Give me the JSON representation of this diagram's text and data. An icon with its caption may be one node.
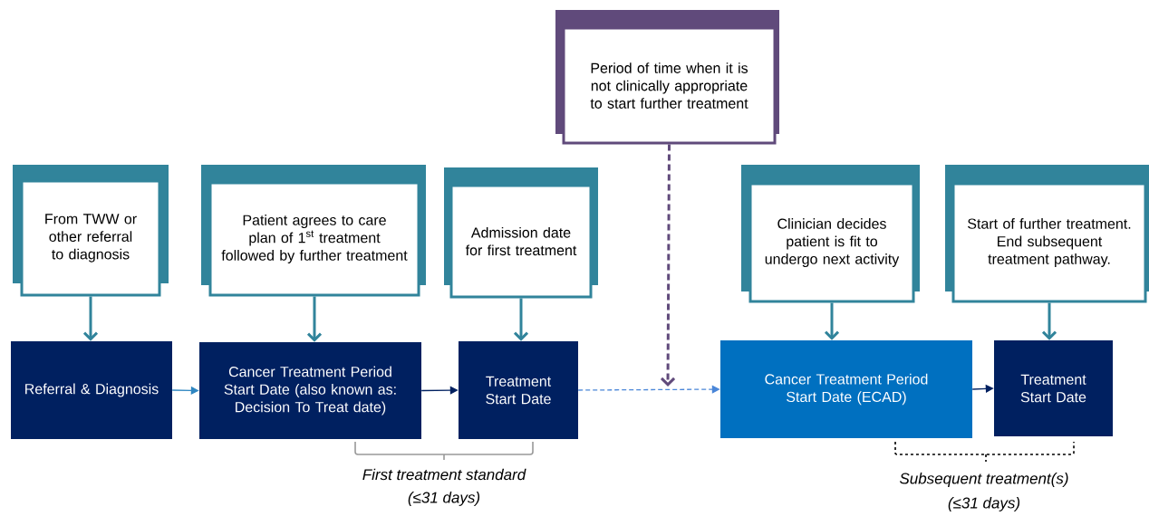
{
  "diagram": {
    "nodes": [
      {
        "text": [
          "From TWW or other referral to diagnosis"
        ]
      },
      {
        "text": [
          "Patient agrees to care plan of 1$^{st}$ treatment followed by further treatment"
        ]
      },
      {
        "text": [
          "Admission date for first treatment"
        ]
      },
      {
        "text": [
          "Period of time when it is not clinically appropriate to start further treatment"
        ]
      },
      {
        "text": [
          "Clinician decides patient is fit to undergo next activity"
        ]
      },
      {
        "text": [
          "Start of further treatment. End subsequent treatment pathway."
        ]
      },
      {
        "text": [
          "Referral & Diagnosis"
        ]
      },
      {
        "text": [
          "Cancer Treatment Period Start Date (also known as: Decision To Treat date)"
        ]
      },
      {
        "text": [
          "Treatment Start Date"
        ]
      },
      {
        "text": [
          "Cancer Treatment Period Start Date (ECAD)"
        ]
      },
      {
        "text": [
          "Treatment Start Date"
        ]
      }
    ],
    "edges": [
      {
        "from": 0,
        "to": 6,
        "arrow": "to"
      },
      {
        "from": 1,
        "to": 7,
        "arrow": "to"
      },
      {
        "from": 2,
        "to": 8,
        "arrow": "to"
      },
      {
        "from": 3,
        "to": null,
        "arrow": "to",
        "style": "dashed",
        "color": "#604a7b"
      },
      {
        "from": 4,
        "to": 9,
        "arrow": "to"
      },
      {
        "from": 5,
        "to": 10,
        "arrow": "to"
      },
      {
        "from": 6,
        "to": 7,
        "arrow": "to",
        "color": "#2e86c1"
      },
      {
        "from": 7,
        "to": 8,
        "arrow": "to",
        "color": "#002060"
      },
      {
        "from": 8,
        "to": 9,
        "arrow": "to",
        "style": "dashed",
        "color": "#4a86d8"
      },
      {
        "from": 9,
        "to": 10,
        "arrow": "to",
        "color": "#002060"
      }
    ],
    "labels": [
      "First treatment standard",
      "(≤31 days)",
      "Subsequent treatment(s)",
      "(≤31 days)"
    ]
  }
}
